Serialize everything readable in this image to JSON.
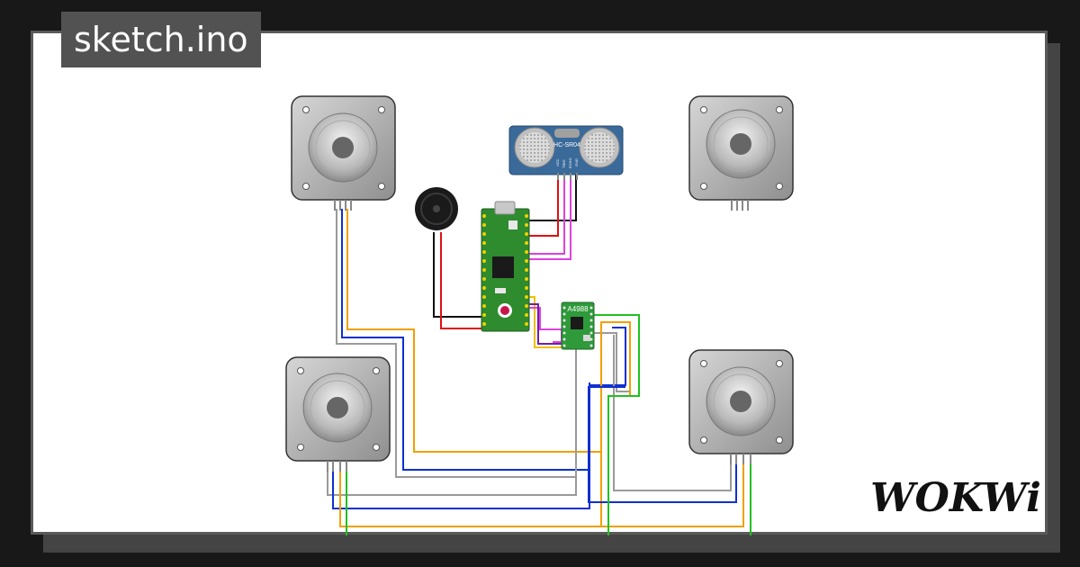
{
  "sketch": {
    "filename": "sketch.ino"
  },
  "brand": {
    "name": "WOKWi"
  },
  "components": {
    "stepper_motors": [
      {
        "id": "stepper-top-left"
      },
      {
        "id": "stepper-top-right"
      },
      {
        "id": "stepper-bottom-left"
      },
      {
        "id": "stepper-bottom-right"
      }
    ],
    "ultrasonic_sensor": {
      "label": "HC-SR04",
      "pins": [
        "VCC",
        "TRIG",
        "ECHO",
        "GND"
      ]
    },
    "motor_driver": {
      "label": "A4988"
    },
    "buzzer": {
      "id": "buzzer"
    },
    "microcontroller": {
      "id": "raspberry-pi-pico"
    }
  },
  "colors": {
    "background": "#181818",
    "card": "#ffffff",
    "wire_gray": "#9a9a9a",
    "wire_orange": "#f0a000",
    "wire_blue": "#1030d0",
    "wire_green": "#20c020",
    "wire_red": "#e01010",
    "wire_black": "#111111",
    "wire_magenta": "#e040e0",
    "pico_green": "#2e8b2e",
    "sensor_blue": "#3a6a9a"
  }
}
